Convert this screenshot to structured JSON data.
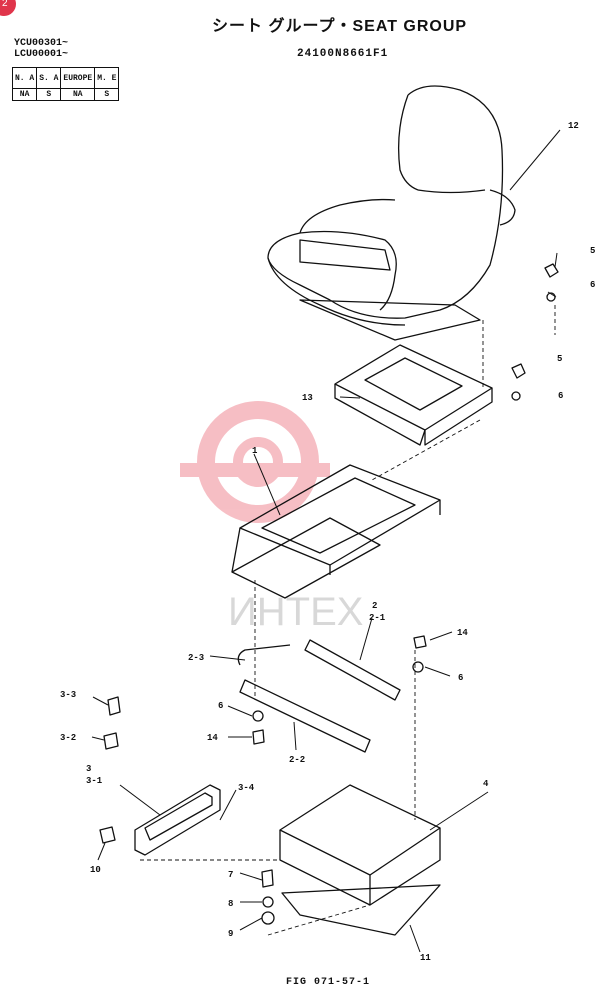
{
  "header": {
    "title": "シート グループ・SEAT GROUP",
    "part_number": "24100N8661F1",
    "serials": [
      "YCU00301~",
      "LCU00001~"
    ]
  },
  "region_table": {
    "headers": [
      "N. A",
      "S. A",
      "EUROPE",
      "M. E"
    ],
    "values": [
      "NA",
      "S",
      "NA",
      "S"
    ]
  },
  "corner_badge": "2",
  "watermark": "ИНТЕХ",
  "figure_caption": "FIG 071-57-1",
  "callouts": {
    "c12": "12",
    "c5a": "5",
    "c6a": "6",
    "c5b": "5",
    "c6b": "6",
    "c13": "13",
    "c1": "1",
    "c2": "2",
    "c2_1": "2-1",
    "c2_3": "2-3",
    "c14a": "14",
    "c6c": "6",
    "c6d": "6",
    "c14b": "14",
    "c2_2": "2-2",
    "c3_3": "3-3",
    "c3_2": "3-2",
    "c3": "3",
    "c3_1": "3-1",
    "c3_4": "3-4",
    "c10": "10",
    "c4": "4",
    "c7": "7",
    "c8": "8",
    "c9": "9",
    "c11": "11"
  },
  "colors": {
    "line": "#111111",
    "watermark_red": "#e8485a",
    "badge": "#e0354b"
  }
}
